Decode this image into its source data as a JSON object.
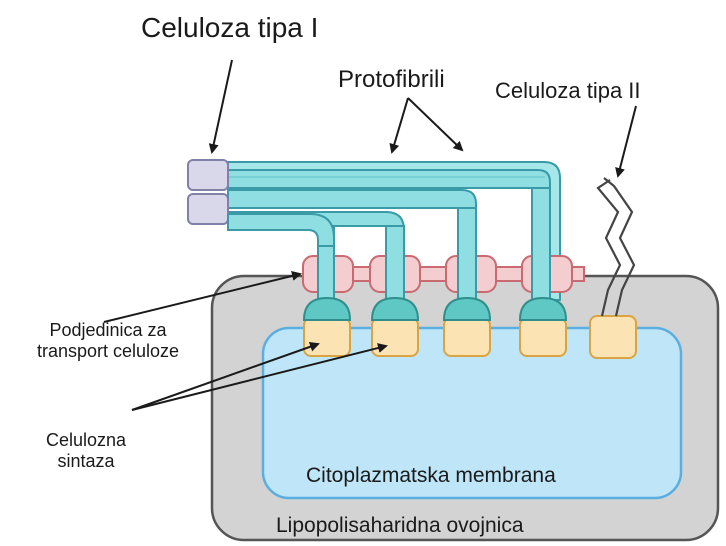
{
  "labels": {
    "cellulose_type_1": "Celuloza tipa I",
    "protofibrils": "Protofibrili",
    "cellulose_type_2": "Celuloza tipa II",
    "transport_subunit_line1": "Podjedinica za",
    "transport_subunit_line2": "transport celuloze",
    "synthase_line1": "Celulozna",
    "synthase_line2": "sintaza",
    "cytoplasmic_membrane": "Citoplazmatska membrana",
    "lps_envelope": "Lipopolisaharidna ovojnica"
  },
  "colors": {
    "outer_envelope_fill": "#d3d3d3",
    "outer_envelope_stroke": "#555555",
    "membrane_fill": "#bfe6f8",
    "membrane_stroke": "#5aaee0",
    "fibril_fill": "#8fdfe2",
    "fibril_stroke": "#3a9aa8",
    "transport_fill": "#f4cdd0",
    "transport_stroke": "#c86a70",
    "synthase_fill": "#fbe3b4",
    "synthase_stroke": "#d9a441",
    "cap_fill": "#5fc8c4",
    "cellulose_box_fill": "#d8d8ea",
    "cellulose_box_stroke": "#8080a8"
  }
}
